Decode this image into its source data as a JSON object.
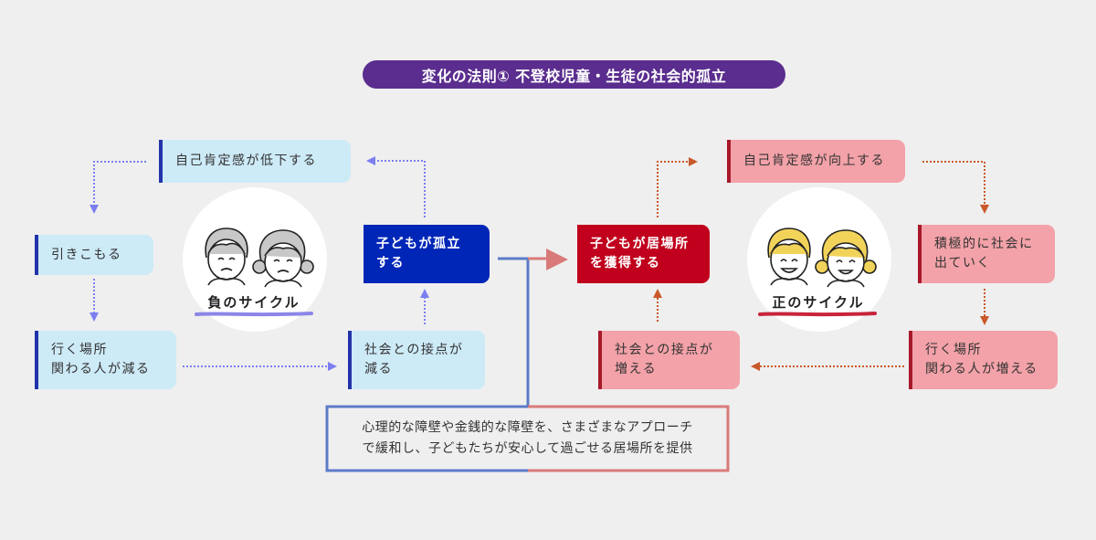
{
  "title": "変化の法則① 不登校児童・生徒の社会的孤立",
  "negative_cycle": {
    "label": "負のサイクル",
    "self_esteem": "自己肯定感が低下する",
    "withdraw": "引きこもる",
    "places_decrease": "行く場所\n関わる人が減る",
    "contact_decrease": "社会との接点が\n減る",
    "isolated": "子どもが孤立\nする"
  },
  "positive_cycle": {
    "label": "正のサイクル",
    "self_esteem": "自己肯定感が向上する",
    "go_out": "積極的に社会に\n出ていく",
    "places_increase": "行く場所\n関わる人が増える",
    "contact_increase": "社会との接点が\n増える",
    "place_found": "子どもが居場所\nを獲得する"
  },
  "bridge_note": "心理的な障壁や金銭的な障壁を、さまざまなアプローチ\nで緩和し、子どもたちが安心して過ごせる居場所を提供",
  "colors": {
    "title_bg": "#5a2d8e",
    "negative_accent": "#2233aa",
    "negative_arrow": "#7b7ff0",
    "negative_core": "#0026b8",
    "negative_box": "#cdeaf7",
    "positive_accent": "#a8192a",
    "positive_arrow": "#c9582a",
    "positive_core": "#c0001c",
    "positive_box": "#f2a2a8",
    "bridge_blue": "#5b7bc8",
    "bridge_red": "#d97a7a"
  },
  "icons": {
    "negative_children": "sad-children-icon",
    "positive_children": "happy-children-icon"
  }
}
